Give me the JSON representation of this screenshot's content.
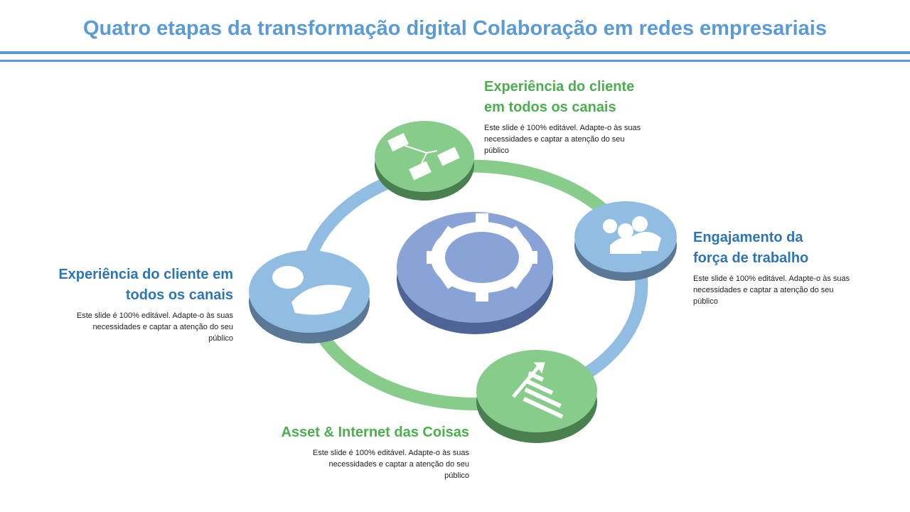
{
  "title": "Quatro etapas da transformação digital Colaboração em redes empresariais",
  "colors": {
    "title": "#5b9bd5",
    "green": "#88cc8c",
    "blue": "#92bde3",
    "center": "#8aa3d6"
  },
  "stages": [
    {
      "heading": "Experiência do cliente em todos os canais",
      "body": "Este slide é 100% editável. Adapte-o às suas necessidades e captar a atenção do seu público",
      "icon": "flowchart-icon"
    },
    {
      "heading": "Engajamento da força de trabalho",
      "body": "Este slide é 100% editável. Adapte-o às suas necessidades e captar a atenção do seu público",
      "icon": "team-icon"
    },
    {
      "heading": "Asset & Internet das Coisas",
      "body": "Este slide é 100% editável. Adapte-o às suas necessidades e captar a atenção do seu público",
      "icon": "growth-chart-icon"
    },
    {
      "heading": "Experiência do cliente em todos os canais",
      "body": "Este slide é 100% editável. Adapte-o às suas necessidades e captar a atenção do seu público",
      "icon": "businessman-icon"
    }
  ],
  "center_icon": "gear-icon"
}
